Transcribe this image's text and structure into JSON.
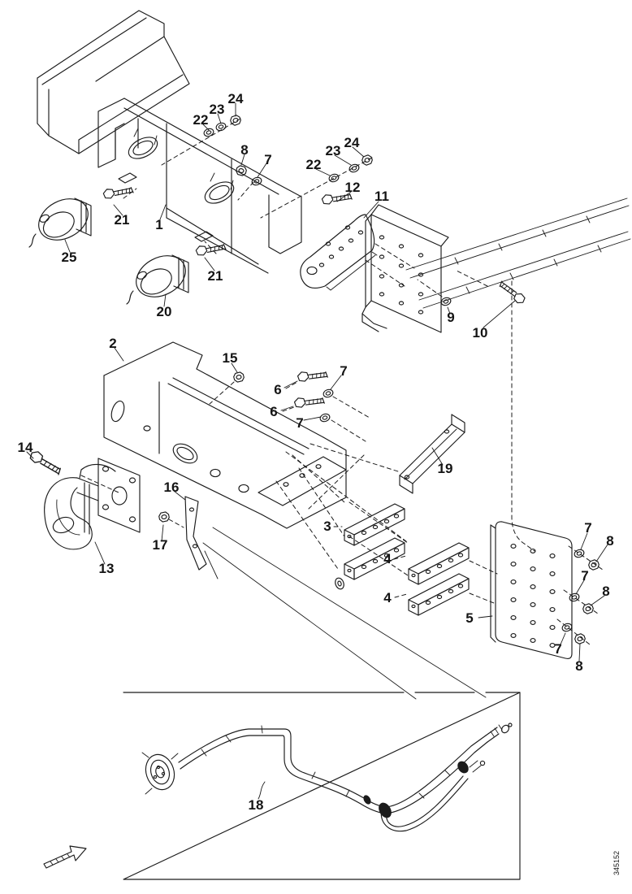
{
  "figure": {
    "kind": "exploded-parts-diagram",
    "colors": {
      "ink": "#1b1b1b",
      "paper": "#ffffff"
    },
    "callouts": [
      {
        "label": "22"
      },
      {
        "label": "23"
      },
      {
        "label": "24"
      },
      {
        "label": "8"
      },
      {
        "label": "7"
      },
      {
        "label": "22"
      },
      {
        "label": "23"
      },
      {
        "label": "24"
      },
      {
        "label": "12"
      },
      {
        "label": "11"
      },
      {
        "label": "21"
      },
      {
        "label": "1"
      },
      {
        "label": "25"
      },
      {
        "label": "21"
      },
      {
        "label": "20"
      },
      {
        "label": "2"
      },
      {
        "label": "15"
      },
      {
        "label": "6"
      },
      {
        "label": "7"
      },
      {
        "label": "6"
      },
      {
        "label": "7"
      },
      {
        "label": "14"
      },
      {
        "label": "16"
      },
      {
        "label": "17"
      },
      {
        "label": "13"
      },
      {
        "label": "19"
      },
      {
        "label": "3"
      },
      {
        "label": "4"
      },
      {
        "label": "4"
      },
      {
        "label": "5"
      },
      {
        "label": "9"
      },
      {
        "label": "10"
      },
      {
        "label": "7"
      },
      {
        "label": "8"
      },
      {
        "label": "7"
      },
      {
        "label": "8"
      },
      {
        "label": "7"
      },
      {
        "label": "8"
      },
      {
        "label": "18"
      }
    ],
    "drawing_number": "345152"
  }
}
